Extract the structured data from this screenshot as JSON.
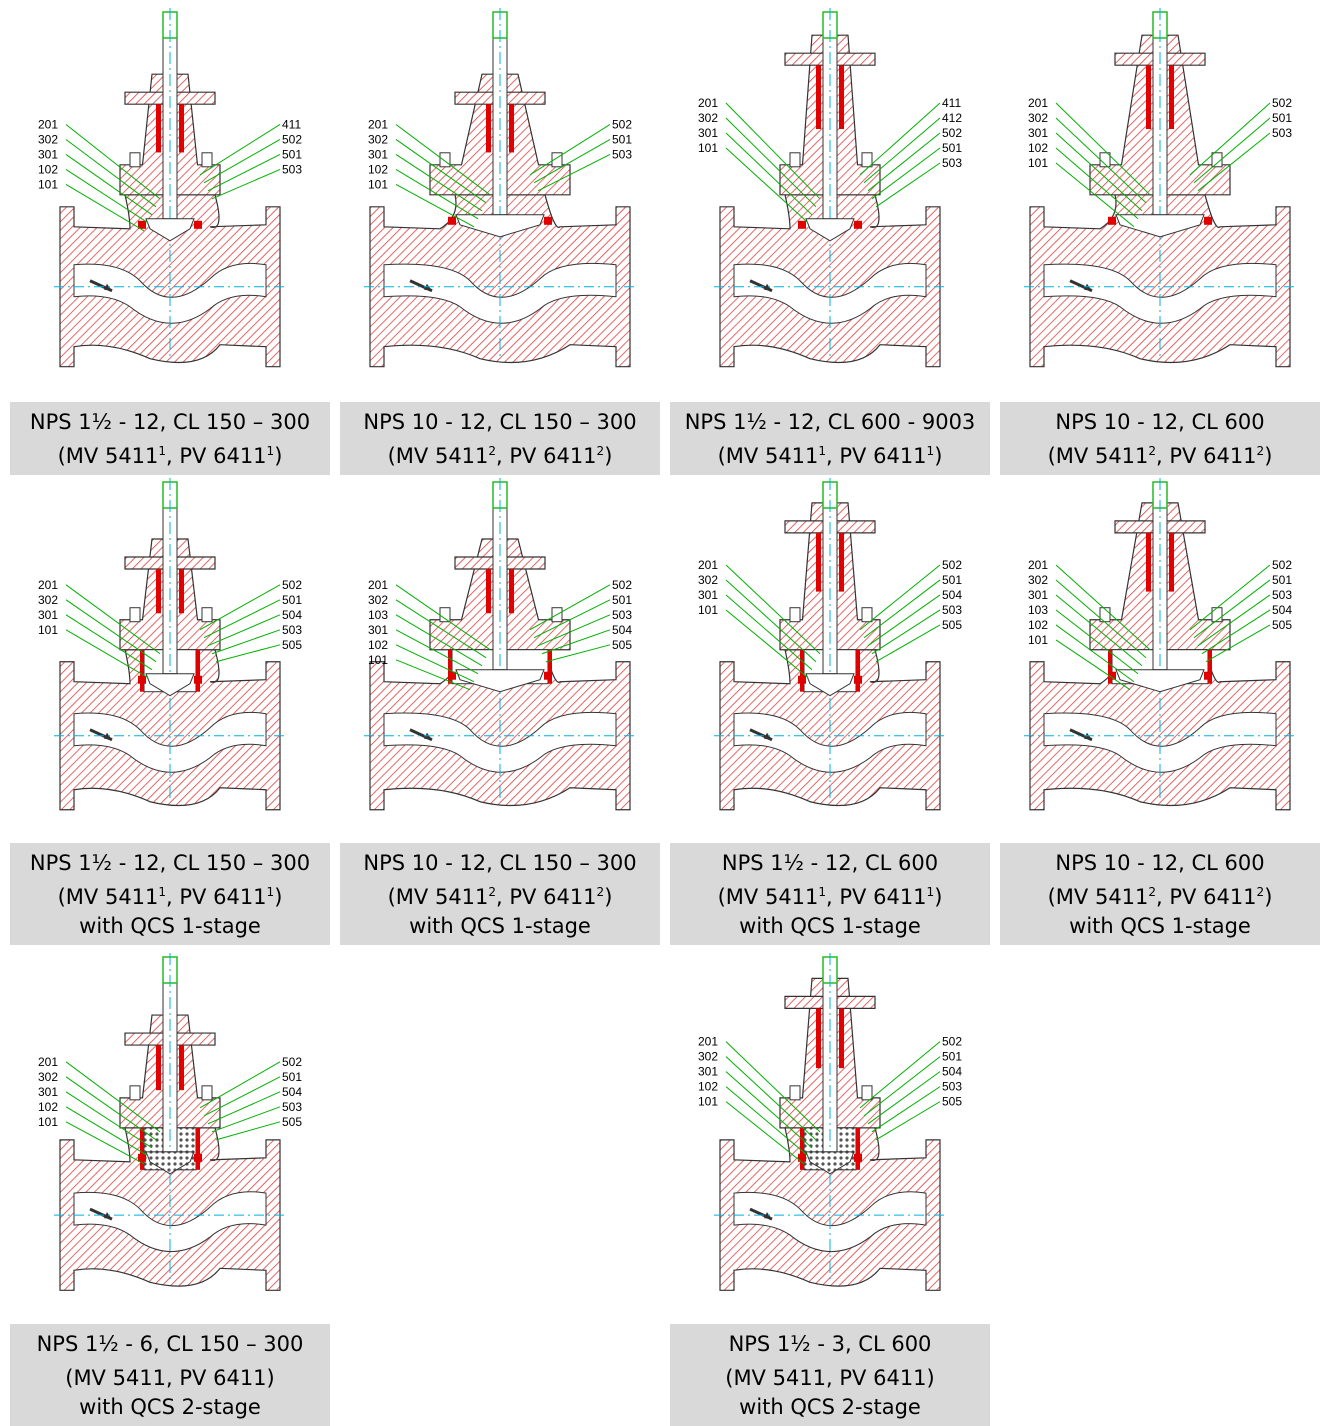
{
  "colors": {
    "hatch": "#e04040",
    "seal": "#e00000",
    "leader": "#00b000",
    "stem_top": "#22bb22",
    "centerline": "#00b0e0",
    "bolt_highlight": "#e040e0",
    "outline": "#333333",
    "caption_bg": "#d9d9d9"
  },
  "figures": [
    {
      "id": "fig1",
      "caption": {
        "line1": "NPS 1½ - 12, CL 150 – 300",
        "mv": "(MV 5411",
        "sup1": "1",
        "mid": ", PV 6411",
        "sup2": "1",
        "end": ")",
        "line3": ""
      },
      "labels_left": [
        "201",
        "302",
        "301",
        "102",
        "101"
      ],
      "labels_right": [
        "411",
        "502",
        "501",
        "503"
      ]
    },
    {
      "id": "fig2",
      "caption": {
        "line1": "NPS 10 - 12, CL 150 – 300",
        "mv": "(MV 5411",
        "sup1": "2",
        "mid": ", PV 6411",
        "sup2": "2",
        "end": ")",
        "line3": ""
      },
      "labels_left": [
        "201",
        "302",
        "301",
        "102",
        "101"
      ],
      "labels_right": [
        "502",
        "501",
        "503"
      ]
    },
    {
      "id": "fig3",
      "caption": {
        "line1": "NPS 1½ - 12, CL 600 - 9003",
        "mv": "(MV 5411",
        "sup1": "1",
        "mid": ", PV 6411",
        "sup2": "1",
        "end": ")",
        "line3": ""
      },
      "labels_left": [
        "201",
        "302",
        "301",
        "101"
      ],
      "labels_right": [
        "411",
        "412",
        "502",
        "501",
        "503"
      ]
    },
    {
      "id": "fig4",
      "caption": {
        "line1": "NPS 10 - 12, CL 600",
        "mv": "(MV 5411",
        "sup1": "2",
        "mid": ", PV 6411",
        "sup2": "2",
        "end": ")",
        "line3": ""
      },
      "labels_left": [
        "201",
        "302",
        "301",
        "102",
        "101"
      ],
      "labels_right": [
        "502",
        "501",
        "503"
      ]
    },
    {
      "id": "fig5",
      "caption": {
        "line1": "NPS 1½ - 12, CL 150 – 300",
        "mv": "(MV 5411",
        "sup1": "1",
        "mid": ", PV 6411",
        "sup2": "1",
        "end": ")",
        "line3": "with QCS 1-stage"
      },
      "labels_left": [
        "201",
        "302",
        "301",
        "101"
      ],
      "labels_right": [
        "502",
        "501",
        "504",
        "503",
        "505"
      ]
    },
    {
      "id": "fig6",
      "caption": {
        "line1": "NPS 10 - 12, CL 150 – 300",
        "mv": "(MV 5411",
        "sup1": "2",
        "mid": ", PV 6411",
        "sup2": "2",
        "end": ")",
        "line3": "with QCS 1-stage"
      },
      "labels_left": [
        "201",
        "302",
        "103",
        "301",
        "102",
        "101"
      ],
      "labels_right": [
        "502",
        "501",
        "503",
        "504",
        "505"
      ]
    },
    {
      "id": "fig7",
      "caption": {
        "line1": "NPS 1½ - 12, CL 600",
        "mv": "(MV 5411",
        "sup1": "1",
        "mid": ", PV 6411",
        "sup2": "1",
        "end": ")",
        "line3": "with QCS 1-stage"
      },
      "labels_left": [
        "201",
        "302",
        "301",
        "101"
      ],
      "labels_right": [
        "502",
        "501",
        "504",
        "503",
        "505"
      ]
    },
    {
      "id": "fig8",
      "caption": {
        "line1": "NPS 10 - 12, CL 600",
        "mv": "(MV 5411",
        "sup1": "2",
        "mid": ", PV 6411",
        "sup2": "2",
        "end": ")",
        "line3": "with QCS 1-stage"
      },
      "labels_left": [
        "201",
        "302",
        "301",
        "103",
        "102",
        "101"
      ],
      "labels_right": [
        "502",
        "501",
        "503",
        "504",
        "505"
      ]
    },
    {
      "id": "fig9",
      "caption": {
        "line1": "NPS 1½ - 6, CL 150 – 300",
        "mv": "(MV 5411, PV 6411)",
        "sup1": "",
        "mid": "",
        "sup2": "",
        "end": "",
        "line3": "with QCS 2-stage"
      },
      "labels_left": [
        "201",
        "302",
        "301",
        "102",
        "101"
      ],
      "labels_right": [
        "502",
        "501",
        "504",
        "503",
        "505"
      ]
    },
    {
      "id": "fig10",
      "caption": {
        "line1": "NPS 1½ - 3, CL 600",
        "mv": "(MV 5411, PV 6411)",
        "sup1": "",
        "mid": "",
        "sup2": "",
        "end": "",
        "line3": "with QCS 2-stage"
      },
      "labels_left": [
        "201",
        "302",
        "301",
        "102",
        "101"
      ],
      "labels_right": [
        "502",
        "501",
        "504",
        "503",
        "505"
      ]
    }
  ]
}
